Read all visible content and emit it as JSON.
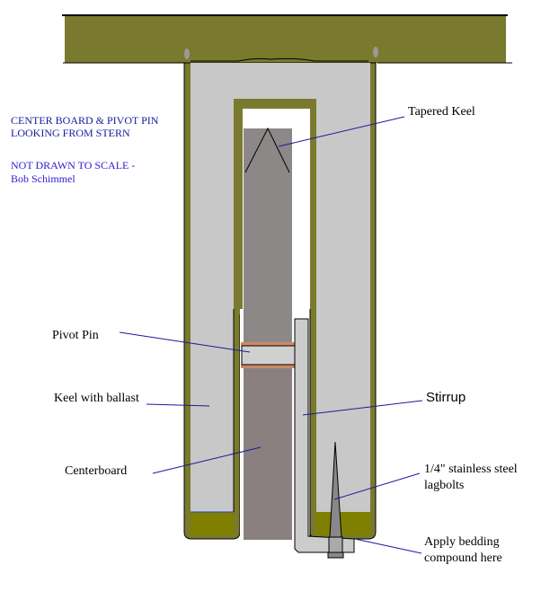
{
  "notes": {
    "title_line1": "CENTER BOARD & PIVOT PIN",
    "title_line2": "LOOKING FROM STERN",
    "scale_note": "NOT DRAWN TO SCALE -",
    "author": "Bob Schimmel"
  },
  "labels": {
    "tapered_keel": "Tapered Keel",
    "pivot_pin": "Pivot Pin",
    "keel_ballast": "Keel with ballast",
    "stirrup": "Stirrup",
    "centerboard": "Centerboard",
    "lagbolts_line1": "1/4\" stainless steel",
    "lagbolts_line2": "lagbolts",
    "bedding_line1": "Apply bedding",
    "bedding_line2": "compound here"
  },
  "colors": {
    "hull": "#7a7a2e",
    "keel_fill": "#c8c8c8",
    "board": "#8a8080",
    "copper": "#d08860",
    "leader": "#1a1aa0"
  }
}
